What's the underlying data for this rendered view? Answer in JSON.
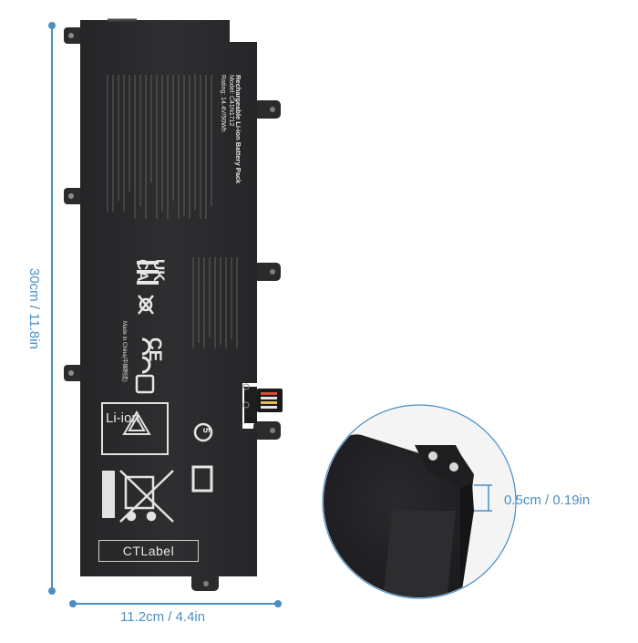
{
  "product": {
    "pack_title": "Rechargeable Li-ion Battery Pack",
    "model": "Model: C41N1712",
    "rating": "Rating: 14.4V/50Wh",
    "marks": [
      "UK",
      "CA",
      "CE"
    ],
    "made_in": "Made in China(中国制造)",
    "recycle_label": "Li-ion",
    "label_brand": "CTLabel",
    "circle_number": "5"
  },
  "dimensions": {
    "height": "30cm / 11.8in",
    "width": "11.2cm / 4.4in",
    "thickness": "0.5cm / 0.19in"
  },
  "colors": {
    "battery_body": "#2b2b2d",
    "dimension_lines": "#4a8fc4",
    "background": "#ffffff"
  }
}
